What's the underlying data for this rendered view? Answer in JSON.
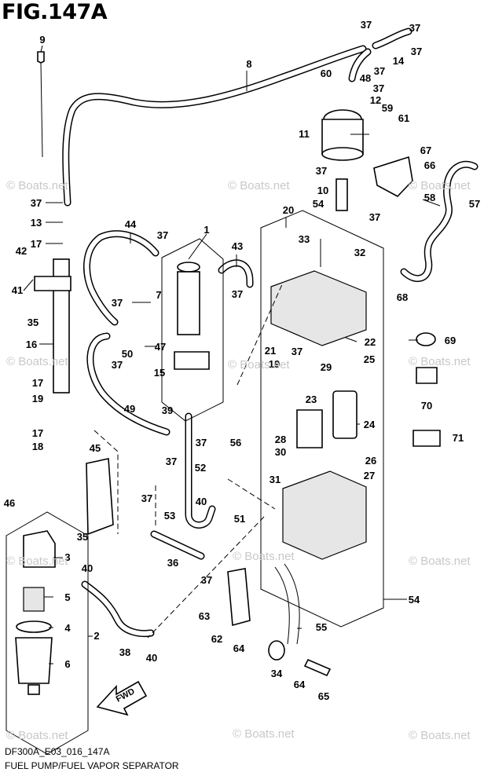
{
  "figure": {
    "title": "FIG.147A",
    "code": "DF300A_E03_016_147A",
    "subtitle": "FUEL PUMP/FUEL VAPOR SEPARATOR",
    "fwd_label": "FWD"
  },
  "watermark": {
    "text": "© Boats.net",
    "color": "#c8c8c8"
  },
  "callouts": [
    {
      "id": "c-9",
      "label": "9"
    },
    {
      "id": "c-8",
      "label": "8"
    },
    {
      "id": "c-37a",
      "label": "37"
    },
    {
      "id": "c-37b",
      "label": "37"
    },
    {
      "id": "c-14",
      "label": "14"
    },
    {
      "id": "c-37c",
      "label": "37"
    },
    {
      "id": "c-48",
      "label": "48"
    },
    {
      "id": "c-37d",
      "label": "37"
    },
    {
      "id": "c-60",
      "label": "60"
    },
    {
      "id": "c-37e",
      "label": "37"
    },
    {
      "id": "c-12",
      "label": "12"
    },
    {
      "id": "c-59",
      "label": "59"
    },
    {
      "id": "c-61",
      "label": "61"
    },
    {
      "id": "c-11",
      "label": "11"
    },
    {
      "id": "c-67",
      "label": "67"
    },
    {
      "id": "c-66",
      "label": "66"
    },
    {
      "id": "c-37f",
      "label": "37"
    },
    {
      "id": "c-10",
      "label": "10"
    },
    {
      "id": "c-58",
      "label": "58"
    },
    {
      "id": "c-57",
      "label": "57"
    },
    {
      "id": "c-37g",
      "label": "37"
    },
    {
      "id": "c-13",
      "label": "13"
    },
    {
      "id": "c-17a",
      "label": "17"
    },
    {
      "id": "c-42",
      "label": "42"
    },
    {
      "id": "c-41",
      "label": "41"
    },
    {
      "id": "c-35a",
      "label": "35"
    },
    {
      "id": "c-16",
      "label": "16"
    },
    {
      "id": "c-44",
      "label": "44"
    },
    {
      "id": "c-37h",
      "label": "37"
    },
    {
      "id": "c-1",
      "label": "1"
    },
    {
      "id": "c-43",
      "label": "43"
    },
    {
      "id": "c-20",
      "label": "20"
    },
    {
      "id": "c-54a",
      "label": "54"
    },
    {
      "id": "c-37i",
      "label": "37"
    },
    {
      "id": "c-33",
      "label": "33"
    },
    {
      "id": "c-32",
      "label": "32"
    },
    {
      "id": "c-68",
      "label": "68"
    },
    {
      "id": "c-37j",
      "label": "37"
    },
    {
      "id": "c-7",
      "label": "7"
    },
    {
      "id": "c-37k",
      "label": "37"
    },
    {
      "id": "c-37l",
      "label": "37"
    },
    {
      "id": "c-47",
      "label": "47"
    },
    {
      "id": "c-22",
      "label": "22"
    },
    {
      "id": "c-69",
      "label": "69"
    },
    {
      "id": "c-37m",
      "label": "37"
    },
    {
      "id": "c-50",
      "label": "50"
    },
    {
      "id": "c-15",
      "label": "15"
    },
    {
      "id": "c-21",
      "label": "21"
    },
    {
      "id": "c-19a",
      "label": "19"
    },
    {
      "id": "c-25",
      "label": "25"
    },
    {
      "id": "c-29",
      "label": "29"
    },
    {
      "id": "c-70",
      "label": "70"
    },
    {
      "id": "c-17b",
      "label": "17"
    },
    {
      "id": "c-39",
      "label": "39"
    },
    {
      "id": "c-23",
      "label": "23"
    },
    {
      "id": "c-19b",
      "label": "19"
    },
    {
      "id": "c-49",
      "label": "49"
    },
    {
      "id": "c-17c",
      "label": "17"
    },
    {
      "id": "c-24",
      "label": "24"
    },
    {
      "id": "c-37n",
      "label": "37"
    },
    {
      "id": "c-56",
      "label": "56"
    },
    {
      "id": "c-28",
      "label": "28"
    },
    {
      "id": "c-71",
      "label": "71"
    },
    {
      "id": "c-18",
      "label": "18"
    },
    {
      "id": "c-30",
      "label": "30"
    },
    {
      "id": "c-45",
      "label": "45"
    },
    {
      "id": "c-37o",
      "label": "37"
    },
    {
      "id": "c-52",
      "label": "52"
    },
    {
      "id": "c-26",
      "label": "26"
    },
    {
      "id": "c-27",
      "label": "27"
    },
    {
      "id": "c-31",
      "label": "31"
    },
    {
      "id": "c-37p",
      "label": "37"
    },
    {
      "id": "c-40a",
      "label": "40"
    },
    {
      "id": "c-46",
      "label": "46"
    },
    {
      "id": "c-53",
      "label": "53"
    },
    {
      "id": "c-51",
      "label": "51"
    },
    {
      "id": "c-35b",
      "label": "35"
    },
    {
      "id": "c-3",
      "label": "3"
    },
    {
      "id": "c-36",
      "label": "36"
    },
    {
      "id": "c-40b",
      "label": "40"
    },
    {
      "id": "c-37q",
      "label": "37"
    },
    {
      "id": "c-5",
      "label": "5"
    },
    {
      "id": "c-54b",
      "label": "54"
    },
    {
      "id": "c-63",
      "label": "63"
    },
    {
      "id": "c-4",
      "label": "4"
    },
    {
      "id": "c-2",
      "label": "2"
    },
    {
      "id": "c-55",
      "label": "55"
    },
    {
      "id": "c-62",
      "label": "62"
    },
    {
      "id": "c-38",
      "label": "38"
    },
    {
      "id": "c-6",
      "label": "6"
    },
    {
      "id": "c-40c",
      "label": "40"
    },
    {
      "id": "c-64a",
      "label": "64"
    },
    {
      "id": "c-34",
      "label": "34"
    },
    {
      "id": "c-64b",
      "label": "64"
    },
    {
      "id": "c-65",
      "label": "65"
    }
  ]
}
